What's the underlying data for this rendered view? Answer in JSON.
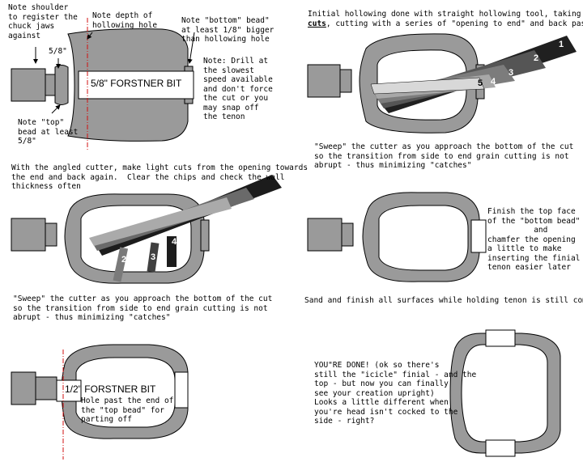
{
  "panel1": {
    "note_shoulder": "Note shoulder\nto register the\nchuck jaws\nagainst",
    "note_depth": "Note depth of\nhollowing hole",
    "note_bottom_bead": "Note \"bottom\" bead\"\nat least 1/8\" bigger\nthan hollowing hole",
    "note_drill": "Note: Drill at\nthe slowest\nspeed available\nand don't force\nthe cut or you\nmay snap off\nthe tenon",
    "dim_label": "5/8\"",
    "bit_label": "5/8\" FORSTNER BIT",
    "note_top_bead": "Note \"top\"\nbead at least\n5/8\""
  },
  "panel2": {
    "caption_pre": "Initial hollowing done with straight hollowing tool, taking ",
    "caption_bold": "light\ncuts",
    "caption_post": ", cutting with a series of \"opening to end\" and back passes",
    "sweep_note": "\"Sweep\" the cutter as you approach the bottom of the cut\nso the transition from side to end grain cutting is not\nabrupt - thus minimizing \"catches\"",
    "pass_numbers": [
      "1",
      "2",
      "3",
      "4",
      "5"
    ]
  },
  "panel3": {
    "caption": "With the angled cutter, make light cuts from the opening towards\nthe end and back again.  Clear the chips and check the wall\nthickness often",
    "sweep_note": "\"Sweep\" the cutter as you approach the bottom of the cut\nso the transition from side to end grain cutting is not\nabrupt - thus minimizing \"catches\"",
    "pass_numbers": [
      "2",
      "3",
      "4"
    ]
  },
  "panel4": {
    "finish_note": "Finish the top face\nof the \"bottom bead\"\n          and\nchamfer the opening\na little to make\ninserting the finial\ntenon easier later",
    "sand_note": "Sand and finish all surfaces while holding tenon is still complete"
  },
  "panel5": {
    "bit_label": "1/2\" FORSTNER BIT",
    "hole_note": "Hole past the end of\nthe \"top bead\" for\nparting off"
  },
  "panel6": {
    "done_note": "YOU\"RE DONE! (ok so there's\nstill the \"icicle\" finial - and the\ntop - but now you can finally\nsee your creation upright)\nLooks a little different when\nyou're head isn't cocked to the\nside - right?"
  },
  "colors": {
    "wood": "#9a9a9a",
    "outline": "#000000",
    "centerline": "#d01010",
    "tool_dark": "#303030"
  }
}
